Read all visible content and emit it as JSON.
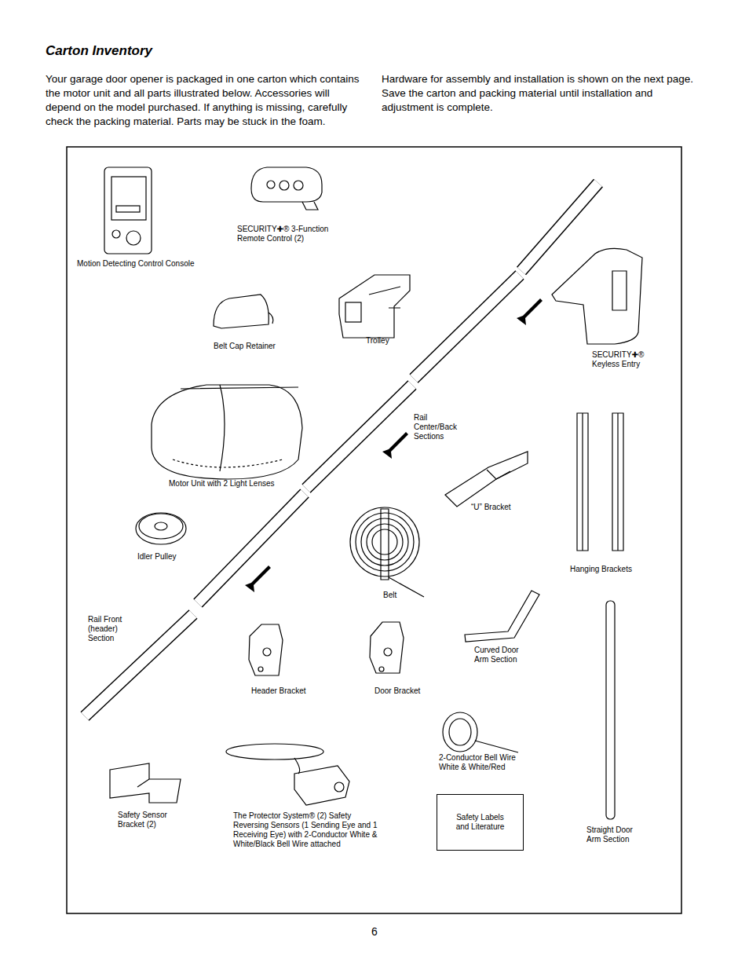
{
  "diagram": {
    "title": "Carton Inventory",
    "nodes": [
      {
        "text": [
          "Safety Labels and Literature"
        ]
      }
    ],
    "labels": [
      "Your garage door opener is packaged in one carton which contains the motor unit and all parts illustrated below. Accessories will depend on the model purchased. If anything is missing, carefully check the packing material. Parts may be stuck in the foam. Hardware for assembly and installation is shown on the next page. Save the carton and packing material until installation and adjustment is complete.",
      "Motion Detecting Control Console",
      "SECURITY✚® 3-Function Remote Control (2)",
      "Belt Cap Retainer",
      "Trolley",
      "SECURITY✚® Keyless Entry",
      "Rail Center/Back Sections",
      "Motor Unit with 2 Light Lenses",
      "“U” Bracket",
      "Hanging Brackets",
      "Idler Pulley",
      "Belt",
      "Rail Front (header) Section",
      "Curved Door Arm Section",
      "Header Bracket",
      "Door Bracket",
      "2-Conductor Bell Wire White & White/Red",
      "Safety Sensor Bracket (2)",
      "The Protector System® (2) Safety Reversing Sensors (1 Sending Eye and 1 Receiving Eye) with 2-Conductor White & White/Black Bell Wire attached",
      "Straight Door Arm Section",
      "6"
    ]
  }
}
